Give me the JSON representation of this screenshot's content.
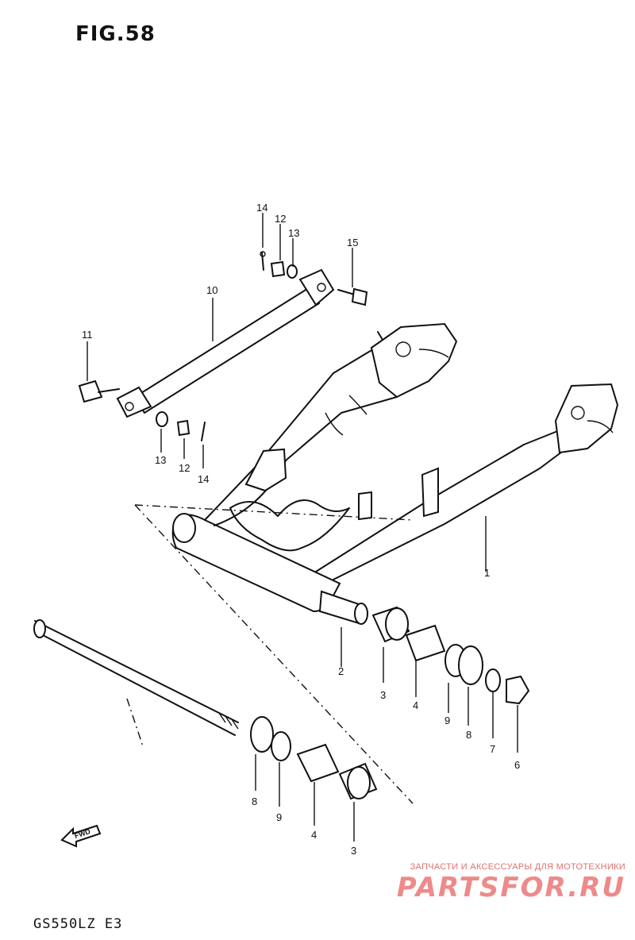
{
  "figure": {
    "title": "FIG.58"
  },
  "model_code": "GS550LZ E3",
  "direction_label": "FWD",
  "watermark": {
    "tagline": "ЗАПЧАСТИ И АКСЕССУАРЫ ДЛЯ МОТОТЕХНИКИ",
    "logo": "PARTSFOR.RU",
    "color": "#ee8a8a"
  },
  "callouts": {
    "c1": "1",
    "c2": "2",
    "c3a": "3",
    "c3b": "3",
    "c4a": "4",
    "c4b": "4",
    "c6": "6",
    "c7": "7",
    "c8a": "8",
    "c8b": "8",
    "c9a": "9",
    "c9b": "9",
    "c10": "10",
    "c11": "11",
    "c12a": "12",
    "c12b": "12",
    "c13a": "13",
    "c13b": "13",
    "c14a": "14",
    "c14b": "14",
    "c15": "15"
  }
}
